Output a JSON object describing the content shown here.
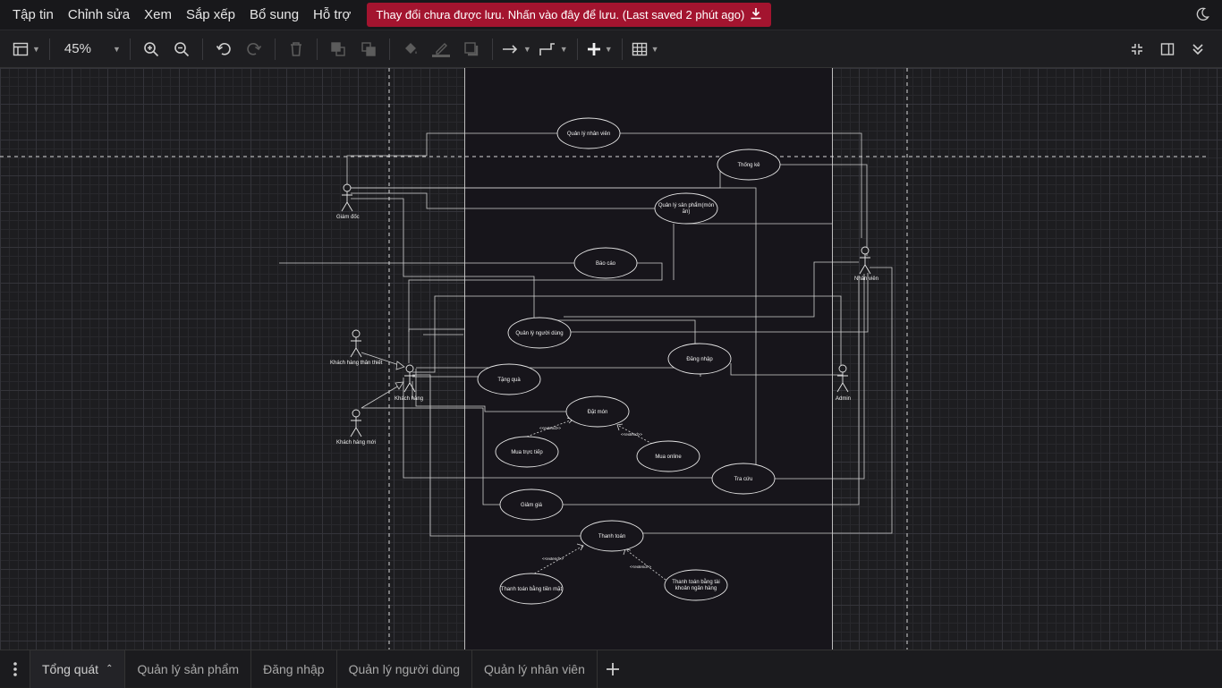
{
  "menu": {
    "items": [
      "Tập tin",
      "Chỉnh sửa",
      "Xem",
      "Sắp xếp",
      "Bổ sung",
      "Hỗ trợ"
    ],
    "save_banner": "Thay đổi chưa được lưu. Nhấn vào đây để lưu. (Last saved 2 phút ago)"
  },
  "toolbar": {
    "zoom": "45%"
  },
  "diagram": {
    "actors": {
      "giam_doc": "Giám đốc",
      "nhan_vien": "Nhân viên",
      "admin": "Admin",
      "khach_hang": "Khách hàng",
      "khach_hang_than_thiet": "Khách hàng thân thiết",
      "khach_hang_moi": "Khách hàng mới"
    },
    "usecases": {
      "quan_ly_nhan_vien": "Quản lý nhân viên",
      "thong_ke": "Thống kê",
      "quan_ly_san_pham_1": "Quản lý sản phẩm(món",
      "quan_ly_san_pham_2": "ăn)",
      "bao_cao": "Báo cáo",
      "quan_ly_nguoi_dung": "Quản lý người dùng",
      "dang_nhap": "Đăng nhập",
      "tang_qua": "Tặng quà",
      "dat_mon": "Đặt món",
      "mua_truc_tiep": "Mua trực tiếp",
      "mua_online": "Mua online",
      "tra_cuu": "Tra cứu",
      "giam_gia": "Giảm giá",
      "thanh_toan": "Thanh toán",
      "thanh_toan_tien_mat": "Thanh toán bằng tiền mặt",
      "thanh_toan_tk_1": "Thanh toán bằng tài",
      "thanh_toan_tk_2": "khoản ngân hàng"
    },
    "extend_label": "<<extend>>"
  },
  "tabs": [
    "Tổng quát",
    "Quản lý sản phẩm",
    "Đăng nhập",
    "Quản lý người dùng",
    "Quản lý nhân viên"
  ],
  "colors": {
    "banner": "#a3142f",
    "boundary": "#17151b",
    "canvas": "#1d1d20"
  }
}
